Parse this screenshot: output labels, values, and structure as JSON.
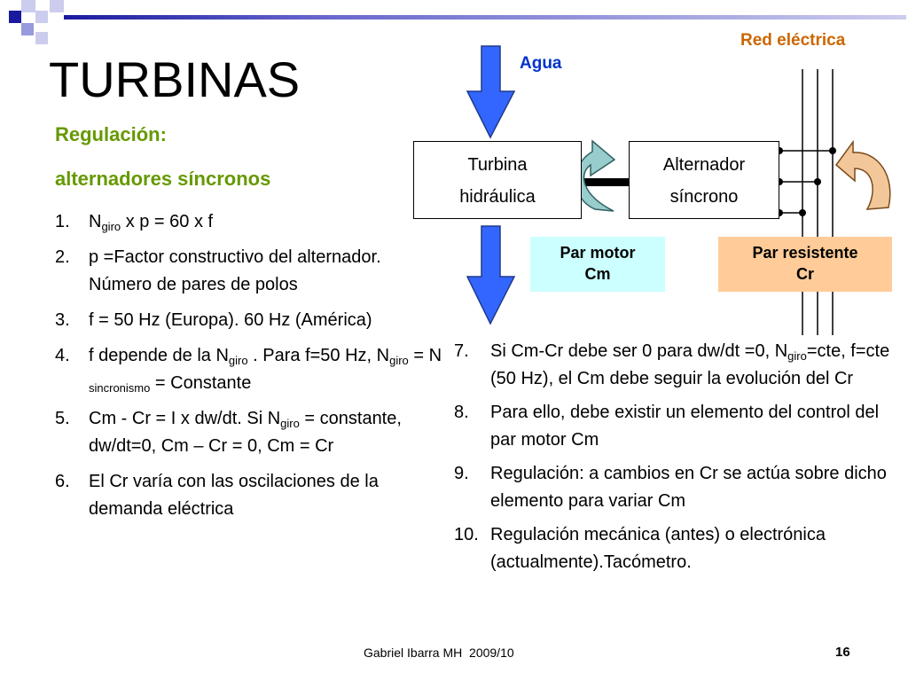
{
  "slide": {
    "title": "TURBINAS",
    "subtitle_line1": "Regulación:",
    "subtitle_line2": "alternadores síncronos",
    "list_left": [
      {
        "num": "1.",
        "parts": [
          {
            "t": "N"
          },
          {
            "s": "giro"
          },
          {
            "t": " x p = 60 x f"
          }
        ]
      },
      {
        "num": "2.",
        "parts": [
          {
            "t": "p =Factor constructivo del alternador. Número de pares de polos"
          }
        ]
      },
      {
        "num": "3.",
        "parts": [
          {
            "t": "f = 50 Hz (Europa). 60 Hz (América)"
          }
        ]
      },
      {
        "num": "4.",
        "parts": [
          {
            "t": "f depende de la N"
          },
          {
            "s": "giro"
          },
          {
            "t": " . Para f=50 Hz, N"
          },
          {
            "s": "giro"
          },
          {
            "t": " = N "
          },
          {
            "s": "sincronismo"
          },
          {
            "t": " = Constante"
          }
        ]
      },
      {
        "num": "5.",
        "parts": [
          {
            "t": "Cm - Cr = I x dw/dt. Si N"
          },
          {
            "s": "giro"
          },
          {
            "t": " = constante, dw/dt=0, Cm – Cr = 0, Cm = Cr"
          }
        ]
      },
      {
        "num": "6.",
        "parts": [
          {
            "t": "El Cr varía con las oscilaciones de la demanda eléctrica"
          }
        ]
      }
    ],
    "list_right": [
      {
        "num": "7.",
        "parts": [
          {
            "t": "Si Cm-Cr debe ser 0 para dw/dt =0, N"
          },
          {
            "s": "giro"
          },
          {
            "t": "=cte, f=cte (50 Hz), el Cm debe seguir la evolución del Cr"
          }
        ]
      },
      {
        "num": "8.",
        "parts": [
          {
            "t": "Para ello, debe existir un elemento del control del par motor Cm"
          }
        ]
      },
      {
        "num": "9.",
        "parts": [
          {
            "t": "Regulación: a cambios en Cr se actúa sobre dicho elemento para variar Cm"
          }
        ]
      },
      {
        "num": "10.",
        "parts": [
          {
            "t": "Regulación mecánica (antes) o electrónica (actualmente).Tacómetro."
          }
        ]
      }
    ],
    "footer": "Gabriel Ibarra MH  2009/10",
    "page_number": "16"
  },
  "diagram": {
    "water_label": "Agua",
    "grid_label": "Red eléctrica",
    "turbine_line1": "Turbina",
    "turbine_line2": "hidráulica",
    "alternator_line1": "Alternador",
    "alternator_line2": "síncrono",
    "motor_torque_line1": "Par motor",
    "motor_torque_line2": "Cm",
    "resistant_torque_line1": "Par resistente",
    "resistant_torque_line2": "Cr"
  },
  "colors": {
    "accent_blue": "#3366ff",
    "text_green": "#669900",
    "label_blue": "#0033cc",
    "label_orange": "#cc6600",
    "motor_box": "#ccffff",
    "resistant_box": "#ffcc99",
    "deco_dark": "#1a1a9e",
    "deco_mid": "#9999dd",
    "deco_light": "#ccccee"
  }
}
